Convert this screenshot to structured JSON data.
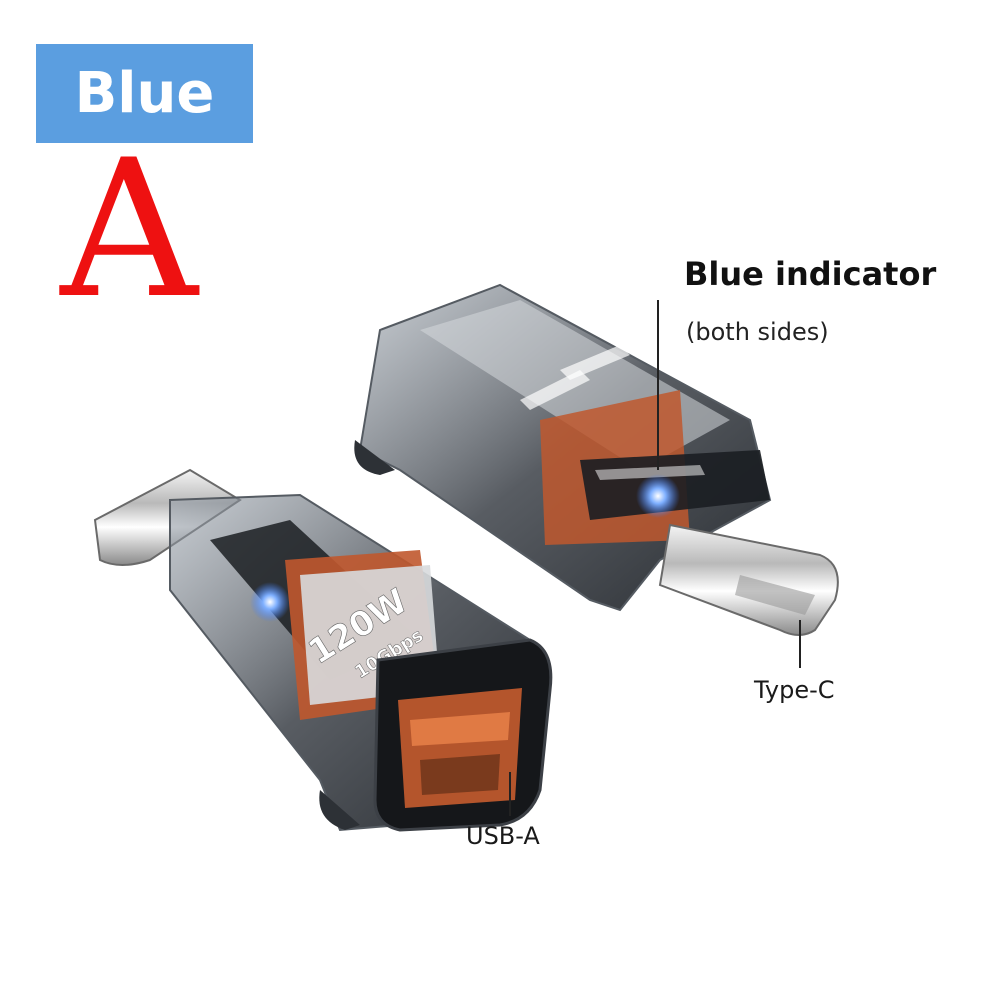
{
  "badge": {
    "text": "Blue",
    "color": "#5b9ee0"
  },
  "variant_letter": {
    "text": "A",
    "color": "#ee1111"
  },
  "callout": {
    "title": "Blue indicator",
    "subtitle": "(both sides)"
  },
  "labels": {
    "type_c": "Type-C",
    "usb_a": "USB-A"
  },
  "product_print": {
    "power": "120W",
    "speed": "10Gbps"
  },
  "colors": {
    "accent_orange": "#c0582e",
    "indicator_blue": "#3a7bff"
  }
}
